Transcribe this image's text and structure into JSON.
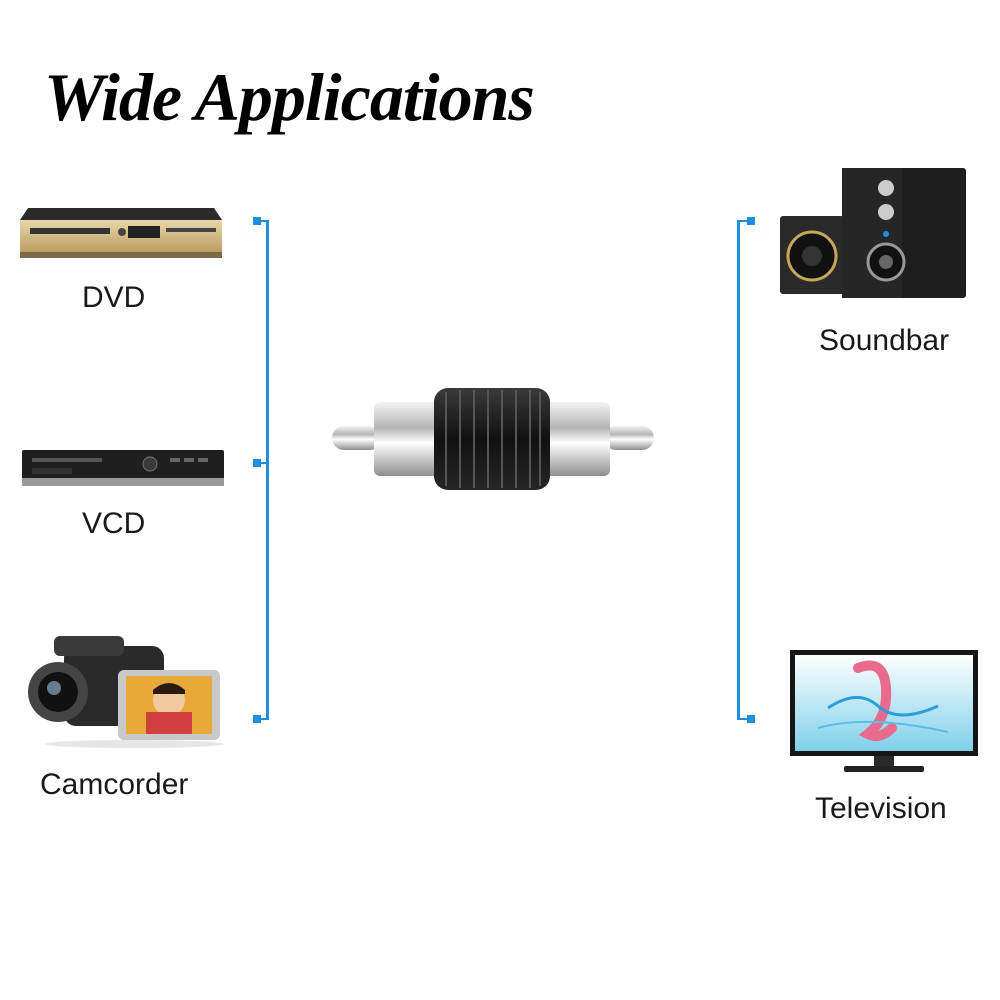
{
  "title": "Wide Applications",
  "left_devices": [
    {
      "label": "DVD",
      "icon": "dvd-player-icon"
    },
    {
      "label": "VCD",
      "icon": "vcd-player-icon"
    },
    {
      "label": "Camcorder",
      "icon": "camcorder-icon"
    }
  ],
  "right_devices": [
    {
      "label": "Soundbar",
      "icon": "speaker-system-icon"
    },
    {
      "label": "Television",
      "icon": "television-icon"
    }
  ],
  "center_product": {
    "icon": "rca-coupler-icon"
  },
  "colors": {
    "accent": "#1e8fe0",
    "text": "#1a1a1a",
    "background": "#ffffff"
  }
}
